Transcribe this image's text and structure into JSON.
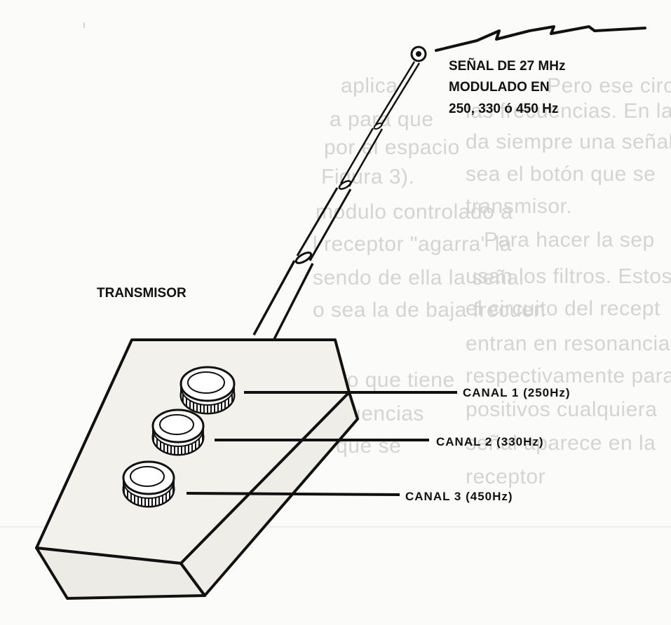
{
  "diagram": {
    "signal_label_lines": [
      "SEÑAL DE 27 MHz",
      "MODULADO EN",
      "250, 330 ó 450 Hz"
    ],
    "transmitter_label": "TRANSMISOR",
    "channels": [
      {
        "label": "CANAL 1 (250Hz)"
      },
      {
        "label": "CANAL 2 (330Hz)"
      },
      {
        "label": "CANAL 3 (450Hz)"
      }
    ]
  },
  "background_text": {
    "left_column": [
      "aplica",
      "a para que",
      "por el espacio",
      "Figura 3).",
      "modulo controlado a",
      "l receptor \"agarra\" la",
      "sendo de ella la señal",
      "o sea la de baja frecuen",
      "",
      "cuito que tiene",
      "frecuencias",
      "lo que se",
      ""
    ],
    "right_column": [
      "Pero ese circuito",
      "las frecuencias. En la",
      "da siempre una señal",
      "sea el botón que se",
      "transmisor.",
      "Para hacer la sep",
      "usan los filtros. Estos",
      "el circuito del recept",
      "entran en resonancia",
      "respectivamente para",
      "positivos cualquiera",
      "señal aparece en la",
      "receptor"
    ]
  },
  "colors": {
    "ink": "#111111",
    "body_fill": "#f3f1ec",
    "bleed_text": "#d4d4d4"
  }
}
